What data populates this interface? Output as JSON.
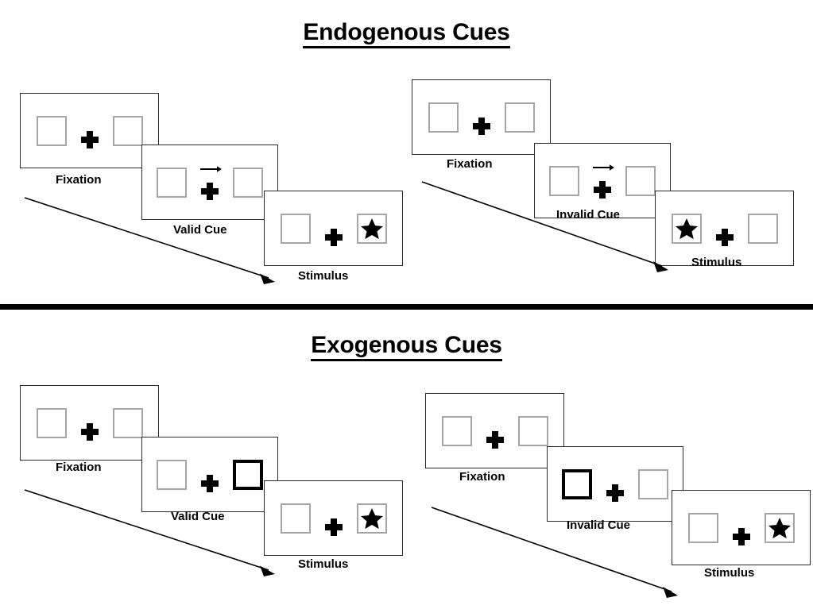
{
  "sections": [
    {
      "title": "Endogenous Cues",
      "sequences": [
        {
          "name": "endogenous-valid",
          "panels": [
            {
              "label": "Fixation",
              "type": "fixation",
              "cue": "none",
              "target": "none"
            },
            {
              "label": "Valid Cue",
              "type": "cue",
              "cue": "arrow-right",
              "target": "none"
            },
            {
              "label": "Stimulus",
              "type": "stimulus",
              "cue": "none",
              "target": "right"
            }
          ]
        },
        {
          "name": "endogenous-invalid",
          "panels": [
            {
              "label": "Fixation",
              "type": "fixation",
              "cue": "none",
              "target": "none"
            },
            {
              "label": "Invalid Cue",
              "type": "cue",
              "cue": "arrow-right",
              "target": "none"
            },
            {
              "label": "Stimulus",
              "type": "stimulus",
              "cue": "none",
              "target": "left"
            }
          ]
        }
      ]
    },
    {
      "title": "Exogenous Cues",
      "sequences": [
        {
          "name": "exogenous-valid",
          "panels": [
            {
              "label": "Fixation",
              "type": "fixation",
              "cue": "none",
              "target": "none"
            },
            {
              "label": "Valid Cue",
              "type": "cue",
              "cue": "box-flash-right",
              "target": "none"
            },
            {
              "label": "Stimulus",
              "type": "stimulus",
              "cue": "none",
              "target": "right"
            }
          ]
        },
        {
          "name": "exogenous-invalid",
          "panels": [
            {
              "label": "Fixation",
              "type": "fixation",
              "cue": "none",
              "target": "none"
            },
            {
              "label": "Invalid Cue",
              "type": "cue",
              "cue": "box-flash-left",
              "target": "none"
            },
            {
              "label": "Stimulus",
              "type": "stimulus",
              "cue": "none",
              "target": "right"
            }
          ]
        }
      ]
    }
  ],
  "icons": {
    "fixation_cross": "plus-icon",
    "cue_arrow": "arrow-right-icon",
    "target": "star-icon",
    "time_arrow": "time-flow-arrow-icon",
    "placeholder": "placeholder-box-icon"
  },
  "colors": {
    "ink": "#000000",
    "panel_border": "#2b2b2b",
    "box_border": "#a6a6a6",
    "box_highlight": "#000000",
    "background": "#ffffff"
  }
}
